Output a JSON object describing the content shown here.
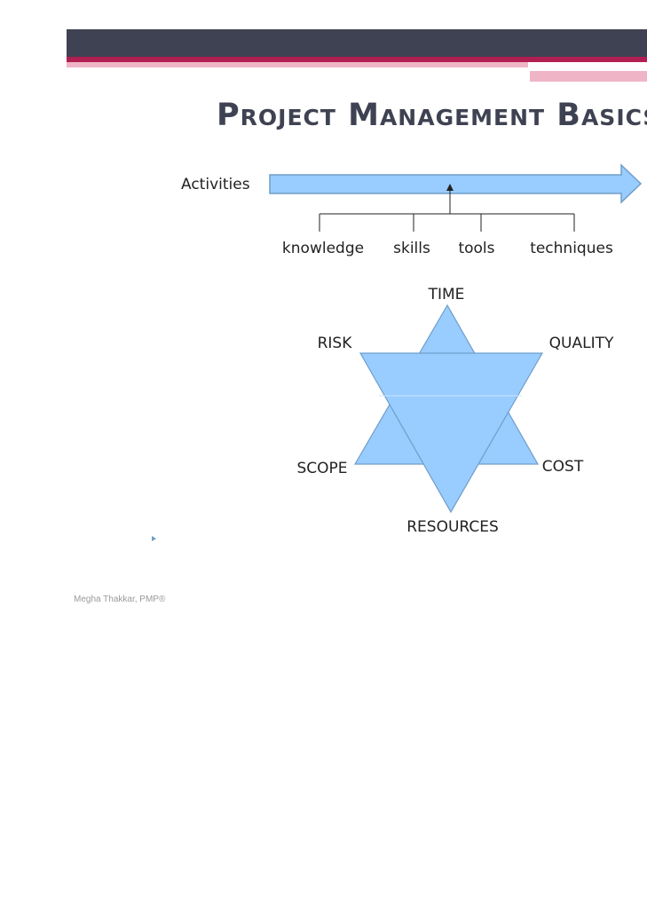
{
  "slide": {
    "title": "Project Management Basics"
  },
  "process": {
    "activities_label": "Activities",
    "inputs": [
      "knowledge",
      "skills",
      "tools",
      "techniques"
    ]
  },
  "star_diagram": {
    "top": "TIME",
    "upper_left": "RISK",
    "upper_right": "QUALITY",
    "lower_left": "SCOPE",
    "lower_right": "COST",
    "bottom": "RESOURCES"
  },
  "footer": {
    "credit": "Megha Thakkar, PMP®"
  },
  "colors": {
    "header_dark": "#3f4252",
    "header_accent": "#b01f52",
    "header_light": "#efb5c6",
    "shape_fill": "#99ccff",
    "shape_stroke": "#6f9ec9"
  }
}
